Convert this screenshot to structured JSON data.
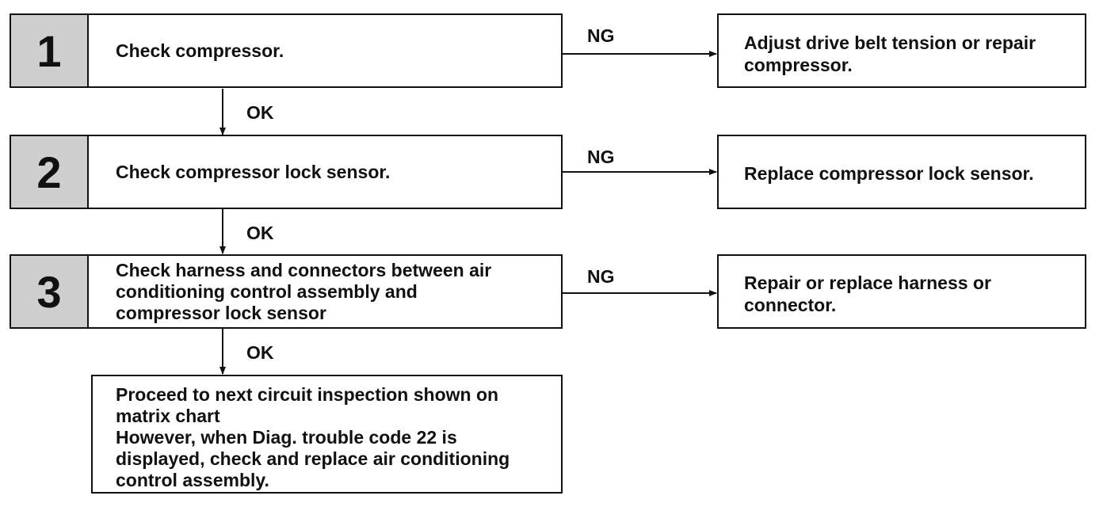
{
  "steps": [
    {
      "number": "1",
      "text": "Check compressor."
    },
    {
      "number": "2",
      "text": "Check compressor lock sensor."
    },
    {
      "number": "3",
      "text": "Check harness and connectors between air\nconditioning control assembly and\ncompressor lock sensor"
    }
  ],
  "outcomes": [
    {
      "text": "Adjust drive belt tension or repair\ncompressor."
    },
    {
      "text": "Replace compressor lock sensor."
    },
    {
      "text": "Repair or replace harness or\nconnector."
    }
  ],
  "labels": {
    "ng": "NG",
    "ok": "OK"
  },
  "final": {
    "text": "Proceed to next circuit inspection shown on\nmatrix chart\nHowever, when Diag. trouble code 22 is\ndisplayed, check and replace air conditioning\ncontrol assembly."
  }
}
